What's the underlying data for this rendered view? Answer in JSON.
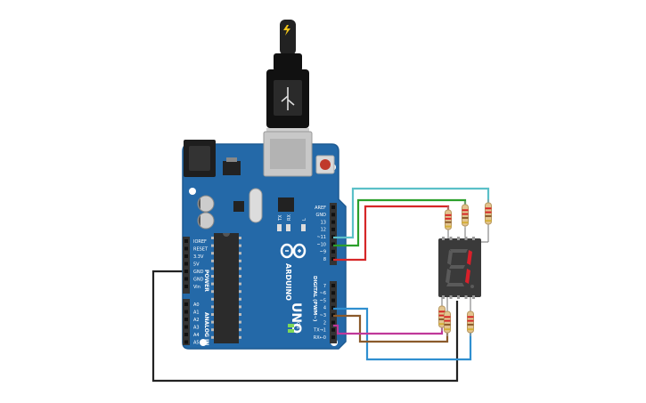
{
  "colors": {
    "board": "#2469a8",
    "board_edge": "#1d5a92",
    "header": "#333333",
    "chip": "#2b2b2b",
    "display_body": "#3a3a3a",
    "segment_on": "#d9202a",
    "segment_off": "#5a5a5a",
    "reset_button": "#c0392b",
    "wire_cyan": "#5bc0c8",
    "wire_green": "#2ca02c",
    "wire_red": "#d62728",
    "wire_blue": "#2f8fd0",
    "wire_magenta": "#c0389a",
    "wire_brown": "#8b5a2b",
    "wire_black": "#222222",
    "usb_bolt": "#f0c419"
  },
  "board": {
    "brand": "ARDUINO",
    "model": "UNO",
    "on_label": "ON",
    "power_section": "POWER",
    "analog_section": "ANALOG IN",
    "digital_section": "DIGITAL (PWM~)",
    "led_labels": [
      "TX",
      "RX",
      "L"
    ],
    "power_pins": [
      "IOREF",
      "RESET",
      "3.3V",
      "5V",
      "GND",
      "GND",
      "Vin"
    ],
    "analog_pins": [
      "A0",
      "A1",
      "A2",
      "A3",
      "A4",
      "A5"
    ],
    "top_digital_pins": [
      "AREF",
      "GND",
      "13",
      "12",
      "~11",
      "~10",
      "~9",
      "8"
    ],
    "bottom_digital_pins": [
      "7",
      "~6",
      "~5",
      "4",
      "~3",
      "2",
      "TX→1",
      "RX←0"
    ]
  },
  "display": {
    "shown_digit": "1",
    "active_segments": [
      "b",
      "c"
    ]
  }
}
